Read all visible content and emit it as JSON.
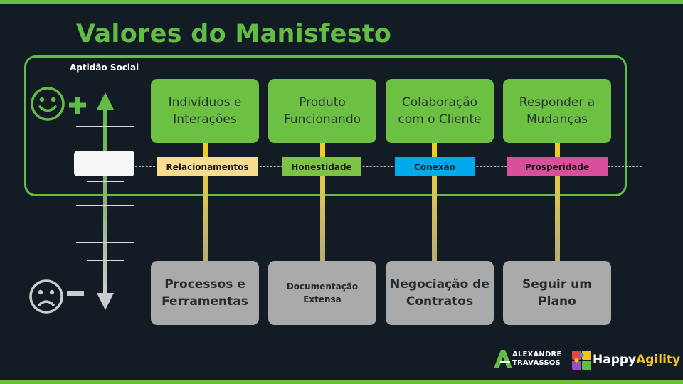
{
  "title": "Valores do Manisfesto",
  "frame_label": "Aptidão  Social",
  "colors": {
    "accent_green": "#62bd46",
    "stem_yellow": "#f4cc16",
    "tag_relacionamentos": "#f5dc8e",
    "tag_honestidade": "#7ec244",
    "tag_conexao": "#00a8ec",
    "tag_prosperidade": "#d94f9c"
  },
  "icons": {
    "happy": "smiley-happy-icon",
    "sad": "smiley-sad-icon",
    "plus": "plus-icon",
    "minus": "minus-icon"
  },
  "values": [
    {
      "top": "Indivíduos e Interações",
      "tag": "Relacionamentos",
      "bottom": "Processos e Ferramentas"
    },
    {
      "top": "Produto Funcionando",
      "tag": "Honestidade",
      "bottom": "Documentação Extensa"
    },
    {
      "top": "Colaboração com o Cliente",
      "tag": "Conexão",
      "bottom": "Negociação de Contratos"
    },
    {
      "top": "Responder a Mudanças",
      "tag": "Prosperidade",
      "bottom": "Seguir um Plano"
    }
  ],
  "brand": {
    "line1": "ALEXANDRE",
    "line2": "TRAVASSOS",
    "happy_part1": "Happy",
    "happy_part2": "Agility"
  }
}
